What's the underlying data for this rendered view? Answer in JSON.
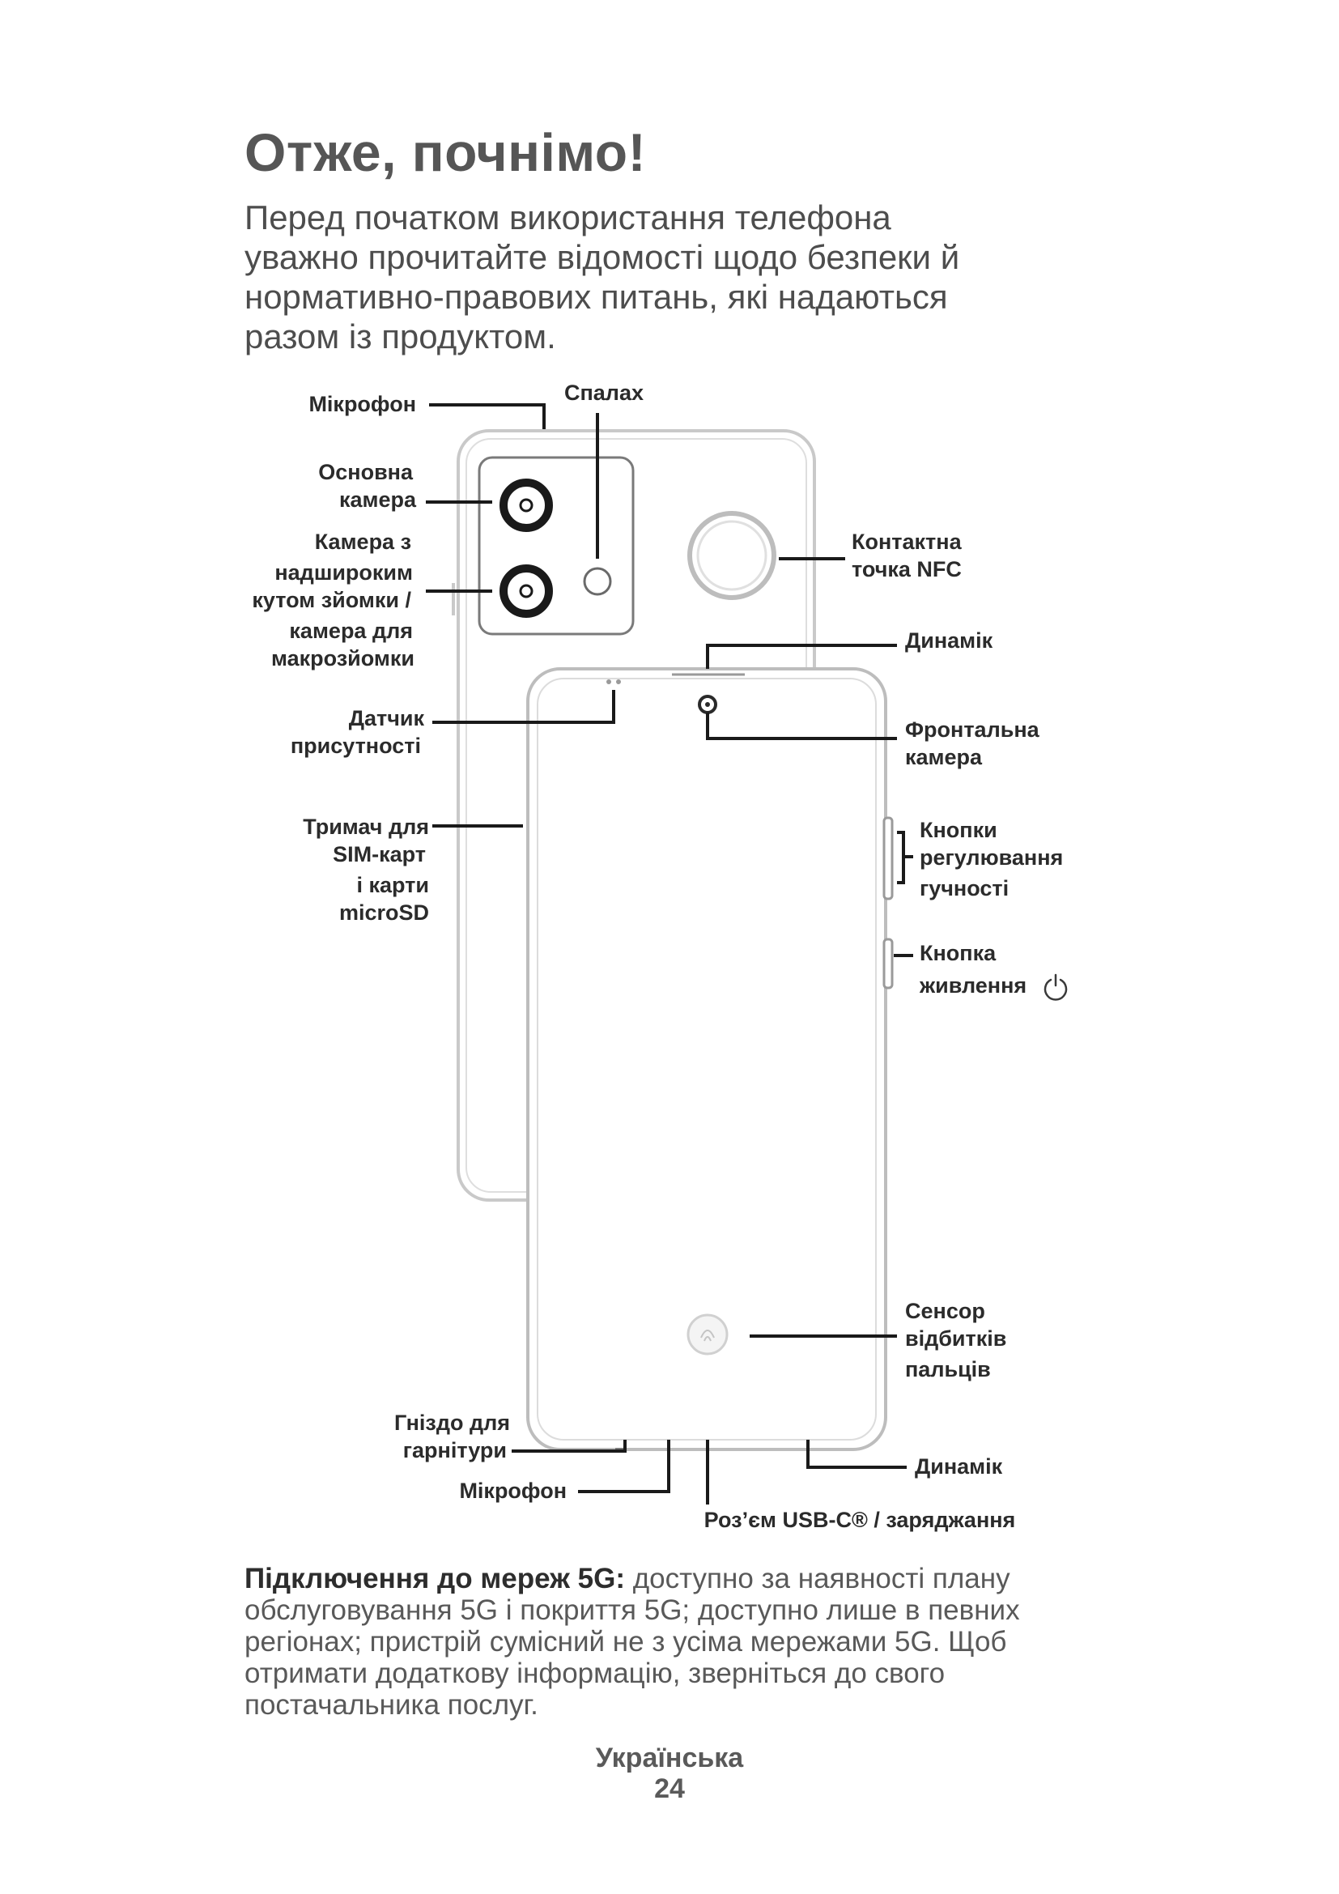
{
  "heading": "Отже, почнімо!",
  "intro_lines": [
    "Перед початком використання телефона",
    "уважно прочитайте відомості щодо безпеки й",
    "нормативно-правових питань, які надаються",
    "разом із продуктом."
  ],
  "labels": {
    "microphone_top": "Мікрофон",
    "flash": "Спалах",
    "main_camera": [
      "Основна",
      "камера"
    ],
    "ultrawide_camera": [
      "Камера з",
      "надшироким",
      "кутом зйомки /",
      "камера для",
      "макрозйомки"
    ],
    "nfc": [
      "Контактна",
      "точка NFC"
    ],
    "earpiece_speaker": "Динамік",
    "proximity_sensor": [
      "Датчик",
      "присутності"
    ],
    "front_camera": [
      "Фронтальна",
      "камера"
    ],
    "sim_tray": [
      "Тримач для",
      "SIM-карт",
      "і карти",
      "microSD"
    ],
    "volume_buttons": [
      "Кнопки",
      "регулювання",
      "гучності"
    ],
    "power_button": [
      "Кнопка",
      "живлення"
    ],
    "fingerprint_sensor": [
      "Сенсор",
      "відбитків",
      "пальців"
    ],
    "headset_jack": [
      "Гніздо для",
      "гарнітури"
    ],
    "bottom_speaker": "Динамік",
    "microphone_bottom": "Мікрофон",
    "usb_port": "Роз’єм USB-C® / заряджання"
  },
  "note": {
    "bold": "Підключення до мереж 5G:",
    "text": " доступно за наявності плану обслуговування 5G і покриття 5G; доступно лише в певних регіонах; пристрій сумісний не з усіма мережами 5G. Щоб отримати додаткову інформацію, зверніться до свого постачальника послуг."
  },
  "footer": {
    "language": "Українська",
    "page_number": "24"
  },
  "icons": {
    "power": "power-icon"
  }
}
